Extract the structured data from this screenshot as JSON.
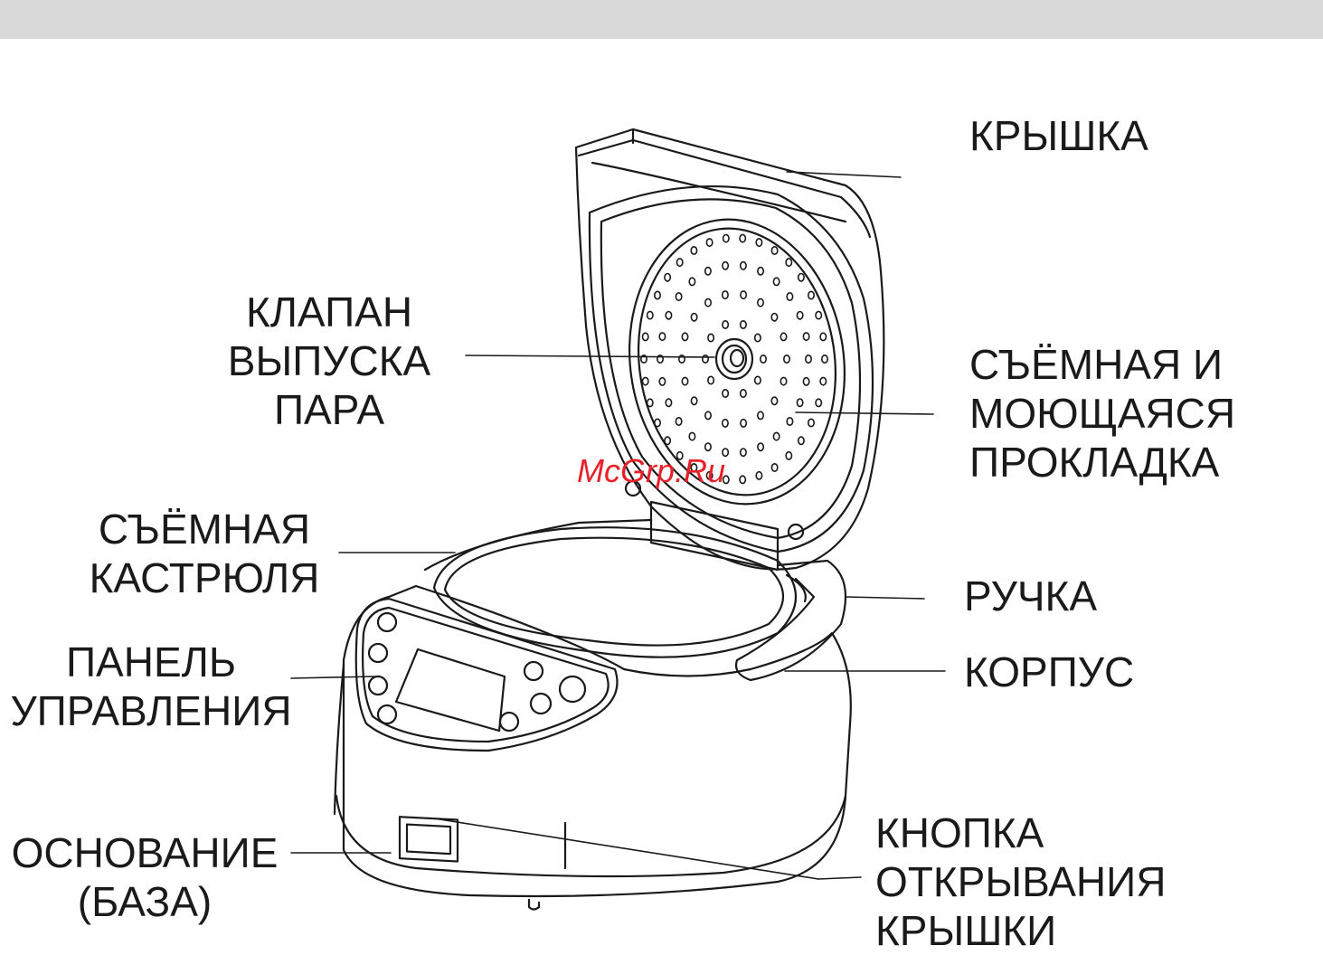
{
  "labels": {
    "lid": [
      "КРЫШКА"
    ],
    "steam_valve": [
      "КЛАПАН",
      "ВЫПУСКА",
      "ПАРА"
    ],
    "gasket": [
      "СЪЁМНАЯ И",
      "МОЮЩАЯСЯ",
      "ПРОКЛАДКА"
    ],
    "inner_pot": [
      "СЪЁМНАЯ",
      "КАСТРЮЛЯ"
    ],
    "handle": [
      "РУЧКА"
    ],
    "control_panel": [
      "ПАНЕЛЬ",
      "УПРАВЛЕНИЯ"
    ],
    "housing": [
      "КОРПУС"
    ],
    "base": [
      "ОСНОВАНИЕ",
      "(БАЗА)"
    ],
    "lid_button": [
      "КНОПКА",
      "ОТКРЫВАНИЯ",
      "КРЫШКИ"
    ]
  },
  "watermark": "McGrp.Ru",
  "colors": {
    "line": "#1a1a1a",
    "topbar": "#d9d9d9",
    "watermark": "#e8202a"
  },
  "icons": [
    "rice-cooker-illustration"
  ]
}
